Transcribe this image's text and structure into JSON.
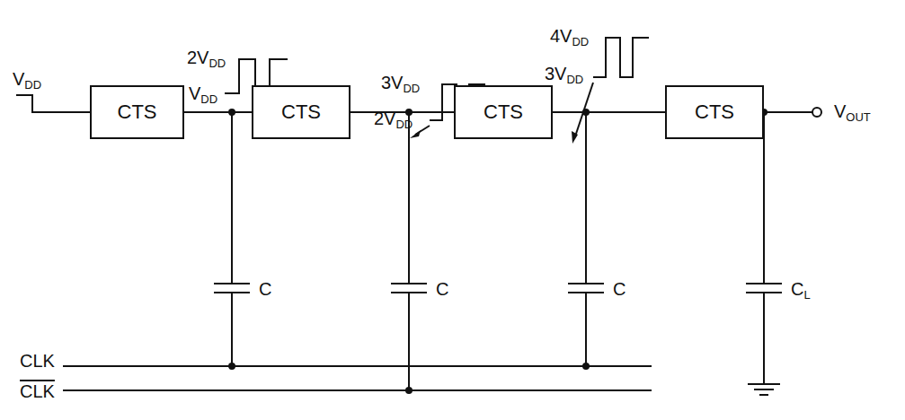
{
  "diagram": {
    "nodes": [
      {
        "text": [
          "CTS"
        ]
      },
      {
        "text": [
          "CTS"
        ]
      },
      {
        "text": [
          "CTS"
        ]
      },
      {
        "text": [
          "CTS"
        ]
      }
    ],
    "edges": [
      {
        "from": 0,
        "to": 1,
        "arrow": "none"
      },
      {
        "from": 1,
        "to": 2,
        "arrow": "none"
      },
      {
        "from": 2,
        "to": 3,
        "arrow": "none"
      }
    ],
    "labels": [
      "VDD",
      "2VDD",
      "VDD",
      "3VDD",
      "2VDD",
      "4VDD",
      "3VDD",
      "C",
      "C",
      "C",
      "CL",
      "VOUT",
      "CLK",
      "CLK"
    ]
  }
}
